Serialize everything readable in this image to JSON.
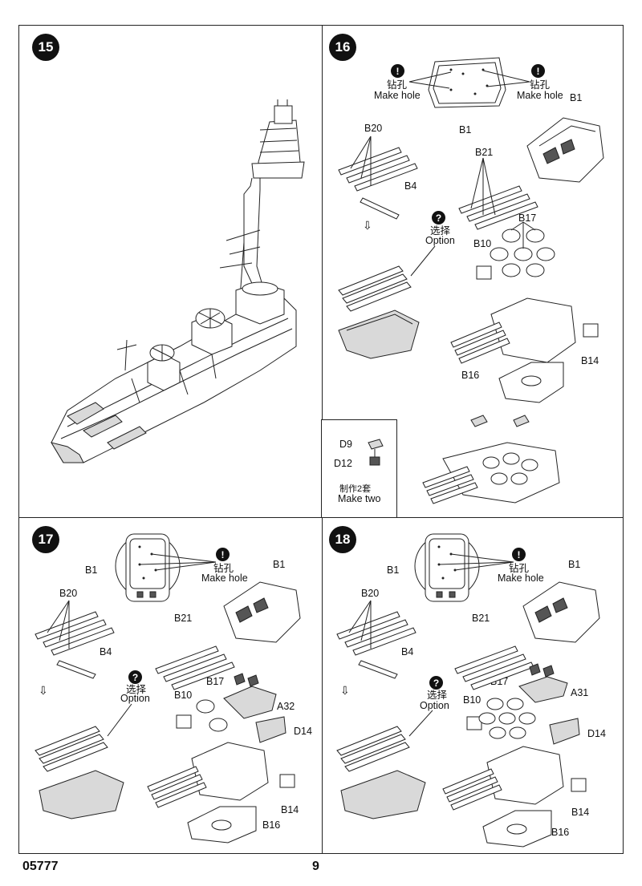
{
  "steps": {
    "s15": {
      "number": "15"
    },
    "s16": {
      "number": "16",
      "drill_cn": "钻孔",
      "drill_en": "Make hole",
      "drill_cn2": "钻孔",
      "drill_en2": "Make hole",
      "parts": {
        "b1_top": "B1",
        "b1_inset": "B1",
        "b20": "B20",
        "b4": "B4",
        "b21": "B21",
        "b17": "B17",
        "b10": "B10",
        "b14": "B14",
        "b16": "B16"
      },
      "option_cn": "选择",
      "option_en": "Option",
      "arrow": "⇩"
    },
    "sub": {
      "d9": "D9",
      "d12": "D12",
      "make_two_cn": "制作2套",
      "make_two_en": "Make two"
    },
    "s17": {
      "number": "17",
      "drill_cn": "钻孔",
      "drill_en": "Make hole",
      "parts": {
        "b1_inset": "B1",
        "b1": "B1",
        "b20": "B20",
        "b4": "B4",
        "b21": "B21",
        "b17": "B17",
        "b10": "B10",
        "a": "A32",
        "d14": "D14",
        "b14": "B14",
        "b16": "B16"
      },
      "option_cn": "选择",
      "option_en": "Option",
      "arrow": "⇩"
    },
    "s18": {
      "number": "18",
      "drill_cn": "钻孔",
      "drill_en": "Make hole",
      "parts": {
        "b1_inset": "B1",
        "b1": "B1",
        "b20": "B20",
        "b4": "B4",
        "b21": "B21",
        "b17": "B17",
        "b10": "B10",
        "a": "A31",
        "d14": "D14",
        "b14": "B14",
        "b16": "B16"
      },
      "option_cn": "选择",
      "option_en": "Option",
      "arrow": "⇩"
    }
  },
  "footer": {
    "product_code": "05777",
    "page_number": "9"
  },
  "icons": {
    "drill": "drill-icon",
    "option": "question-icon"
  }
}
